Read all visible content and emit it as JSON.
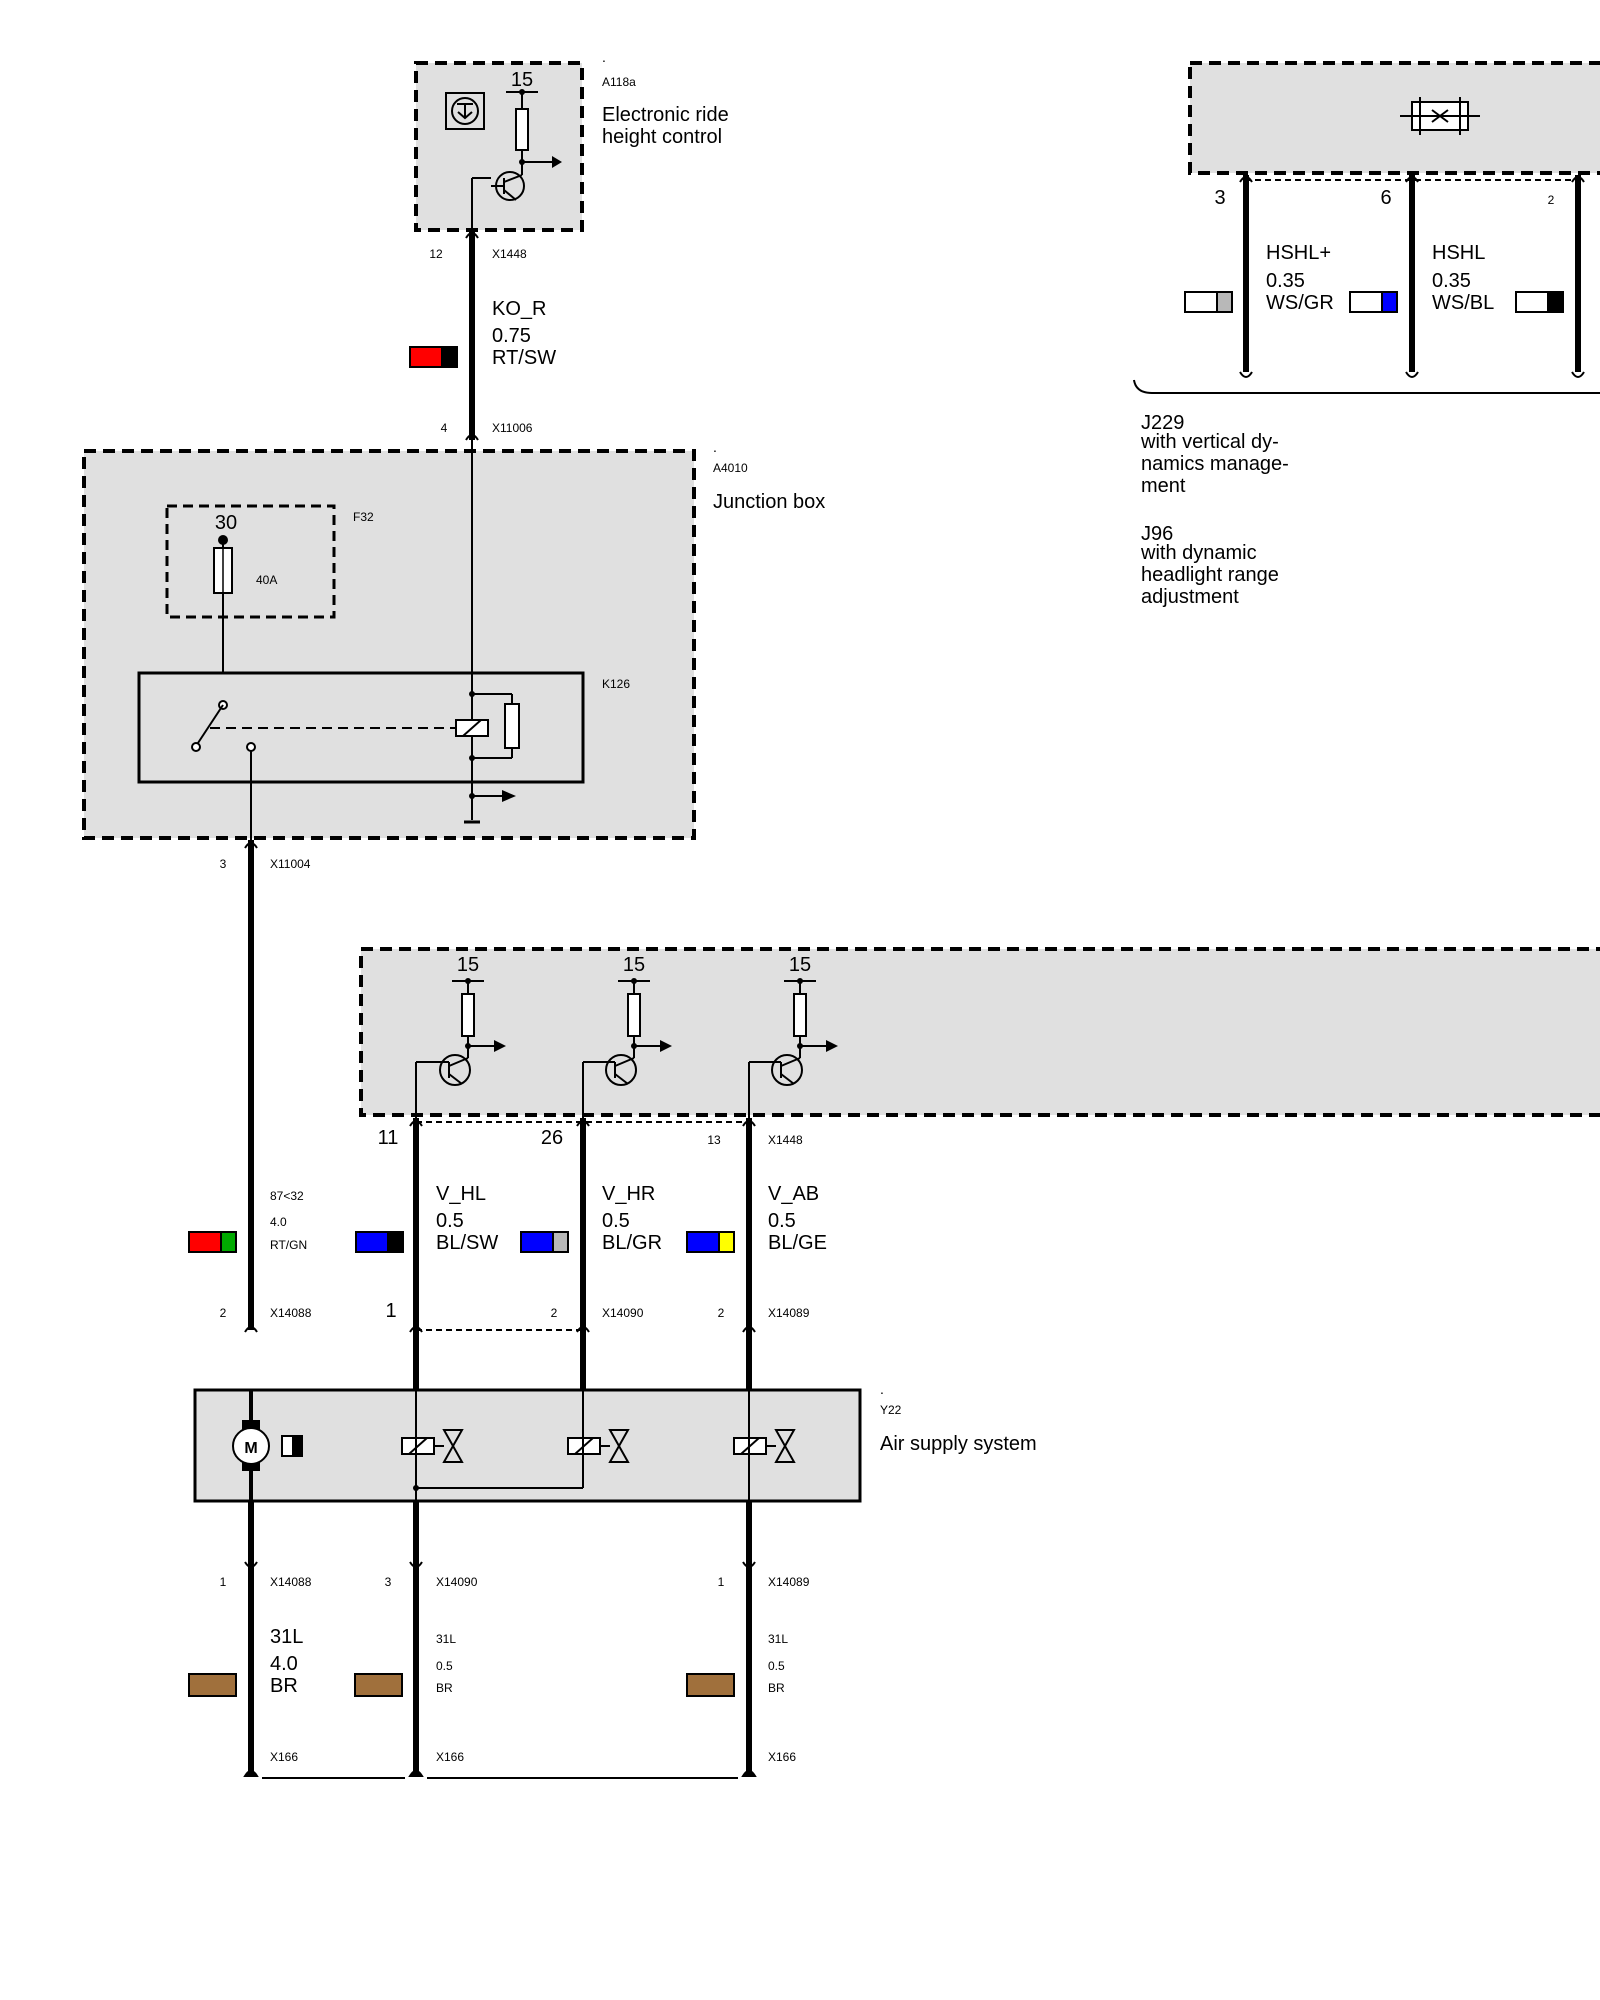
{
  "diagram": {
    "ride_height": {
      "dot": ".",
      "id": "A118a",
      "name_line1": "Electronic ride",
      "name_line2": "height control",
      "pin_15": "15"
    },
    "headlight_module": {
      "pin_a": "3",
      "pin_b": "6",
      "pin_c": "2"
    },
    "wire_ko_r": {
      "pin_top": "12",
      "conn_top": "X1448",
      "signal": "KO_R",
      "gauge": "0.75",
      "color": "RT/SW",
      "pin_bottom": "4",
      "conn_bottom": "X11006",
      "swatch_colors": [
        "#ff0000",
        "#000000"
      ]
    },
    "wire_hshl_plus": {
      "signal": "HSHL+",
      "gauge": "0.35",
      "color": "WS/GR",
      "swatch_colors": [
        "#ffffff",
        "#b8b8b8"
      ]
    },
    "wire_hshl": {
      "signal": "HSHL",
      "gauge": "0.35",
      "color": "WS/BL",
      "swatch_colors": [
        "#ffffff",
        "#0000ff"
      ]
    },
    "wire_third": {
      "swatch_colors": [
        "#ffffff",
        "#000000"
      ]
    },
    "notes": {
      "j229_code": "J229",
      "j229_line1": "with vertical dy-",
      "j229_line2": "namics manage-",
      "j229_line3": "ment",
      "j96_code": "J96",
      "j96_line1": "with dynamic",
      "j96_line2": "headlight range",
      "j96_line3": "adjustment"
    },
    "junction_box": {
      "dot": ".",
      "id": "A4010",
      "name": "Junction box",
      "fuse_id": "F32",
      "fuse_terminal": "30",
      "fuse_rating": "40A",
      "relay_id": "K126"
    },
    "wire_supply": {
      "pin_top": "3",
      "conn_top": "X11004",
      "signal": "87<32",
      "gauge": "4.0",
      "color": "RT/GN",
      "pin_bottom": "2",
      "conn_bottom": "X14088",
      "swatch_colors": [
        "#ff0000",
        "#00aa00"
      ]
    },
    "valve_module": {
      "pin15_a": "15",
      "pin15_b": "15",
      "pin15_c": "15",
      "pin_vhl": "11",
      "pin_vhr": "26",
      "pin_vab": "13",
      "conn": "X1448"
    },
    "wire_vhl": {
      "signal": "V_HL",
      "gauge": "0.5",
      "color": "BL/SW",
      "pin_bottom": "1",
      "swatch_colors": [
        "#0000ff",
        "#000000"
      ]
    },
    "wire_vhr": {
      "signal": "V_HR",
      "gauge": "0.5",
      "color": "BL/GR",
      "pin_bottom": "2",
      "conn_bottom": "X14090",
      "swatch_colors": [
        "#0000ff",
        "#b8b8b8"
      ]
    },
    "wire_vab": {
      "signal": "V_AB",
      "gauge": "0.5",
      "color": "BL/GE",
      "pin_bottom": "2",
      "conn_bottom": "X14089",
      "swatch_colors": [
        "#0000ff",
        "#ffff00"
      ]
    },
    "air_supply": {
      "dot": ".",
      "id": "Y22",
      "name": "Air supply system",
      "motor_symbol": "M"
    },
    "ground_1": {
      "pin": "1",
      "conn": "X14088",
      "signal": "31L",
      "gauge": "4.0",
      "color": "BR",
      "ground": "X166",
      "swatch_colors": [
        "#a0703c",
        "#a0703c"
      ]
    },
    "ground_2": {
      "pin": "3",
      "conn": "X14090",
      "signal": "31L",
      "gauge": "0.5",
      "color": "BR",
      "ground": "X166",
      "swatch_colors": [
        "#a0703c",
        "#a0703c"
      ]
    },
    "ground_3": {
      "pin": "1",
      "conn": "X14089",
      "signal": "31L",
      "gauge": "0.5",
      "color": "BR",
      "ground": "X166",
      "swatch_colors": [
        "#a0703c",
        "#a0703c"
      ]
    }
  }
}
